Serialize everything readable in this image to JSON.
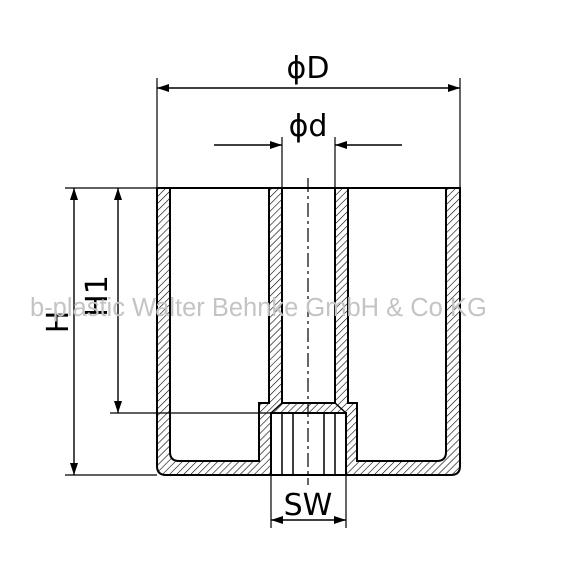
{
  "dimensions": {
    "outer_diameter": "ϕD",
    "inner_diameter": "ϕd",
    "height": "H",
    "height_h1": "H1",
    "wrench_size": "SW"
  },
  "watermark": "b-plastic Walter Behnke GmbH & Co KG",
  "colors": {
    "line": "#000000",
    "hatch": "#000000",
    "watermark": "#c4c4c4",
    "background": "#ffffff"
  }
}
